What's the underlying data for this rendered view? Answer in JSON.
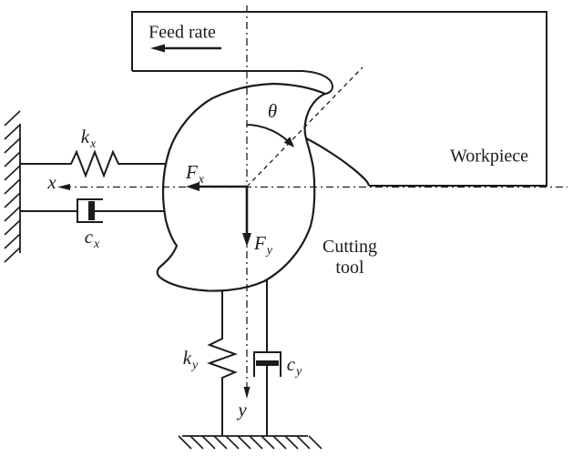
{
  "figure": {
    "title_hint": "Dynamic model of milling cutting process",
    "background": "#ffffff",
    "ink": "#1c1c1c",
    "labels": {
      "feed_rate": "Feed rate",
      "workpiece": "Workpiece",
      "cutting_tool_line1": "Cutting",
      "cutting_tool_line2": "tool",
      "theta": "θ",
      "x_axis": "x",
      "y_axis": "y",
      "force_x_base": "F",
      "force_x_sub": "x",
      "force_y_base": "F",
      "force_y_sub": "y",
      "stiffness_x_base": "k",
      "stiffness_x_sub": "x",
      "damping_x_base": "c",
      "damping_x_sub": "x",
      "stiffness_y_base": "k",
      "stiffness_y_sub": "y",
      "damping_y_base": "c",
      "damping_y_sub": "y"
    }
  }
}
